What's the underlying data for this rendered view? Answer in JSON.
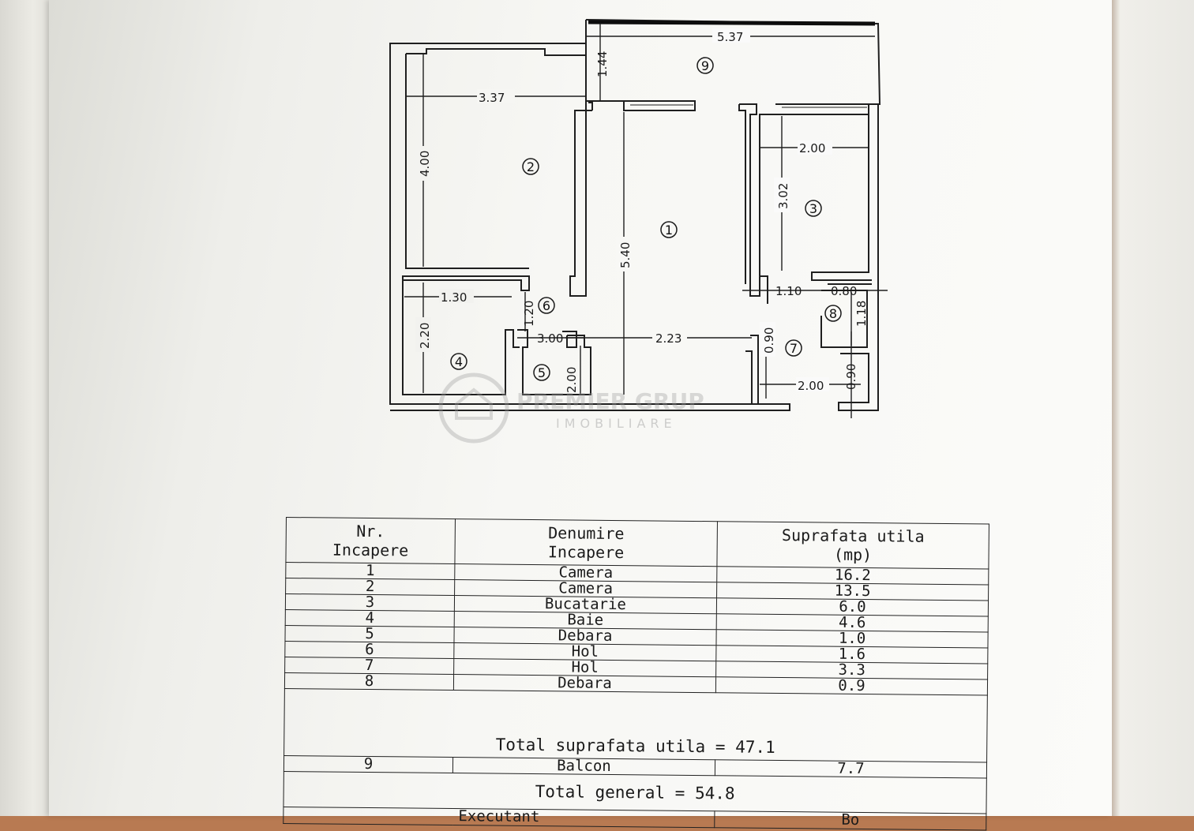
{
  "plan": {
    "dimensions": [
      "5.37",
      "1.44",
      "3.37",
      "4.00",
      "5.40",
      "2.00",
      "3.02",
      "1.10",
      "0.80",
      "1.18",
      "2.00",
      "2.20",
      "1.30",
      "1.20",
      "3.00",
      "2.23",
      "0.90",
      "2.00",
      "0.90"
    ],
    "room_markers": [
      "1",
      "2",
      "3",
      "4",
      "5",
      "6",
      "7",
      "8",
      "9"
    ]
  },
  "watermark": {
    "name": "PREMIER GRUP",
    "sub": "IMOBILIARE"
  },
  "table": {
    "headers": {
      "nr": [
        "Nr.",
        "Incapere"
      ],
      "name": [
        "Denumire",
        "Incapere"
      ],
      "area": [
        "Suprafata utila",
        "(mp)"
      ]
    },
    "rows": [
      {
        "nr": "1",
        "name": "Camera",
        "area": "16.2"
      },
      {
        "nr": "2",
        "name": "Camera",
        "area": "13.5"
      },
      {
        "nr": "3",
        "name": "Bucatarie",
        "area": "6.0"
      },
      {
        "nr": "4",
        "name": "Baie",
        "area": "4.6"
      },
      {
        "nr": "5",
        "name": "Debara",
        "area": "1.0"
      },
      {
        "nr": "6",
        "name": "Hol",
        "area": "1.6"
      },
      {
        "nr": "7",
        "name": "Hol",
        "area": "3.3"
      },
      {
        "nr": "8",
        "name": "Debara",
        "area": "0.9"
      }
    ],
    "total_utila": "Total suprafata utila = 47.1",
    "balcony": {
      "nr": "9",
      "name": "Balcon",
      "area": "7.7"
    },
    "total_general": "Total general = 54.8",
    "footer_left": "Executant",
    "footer_right": "Bo"
  }
}
